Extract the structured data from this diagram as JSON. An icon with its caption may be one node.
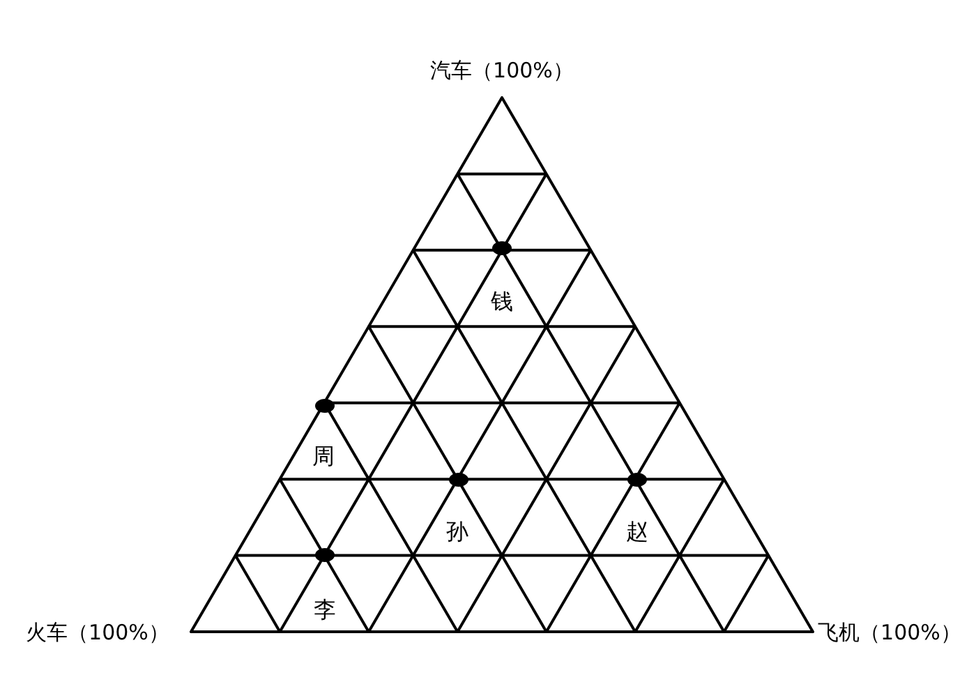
{
  "diagram": {
    "nodes": [
      {
        "text": [],
        "shape": "circle",
        "beside": [
          "钱"
        ]
      },
      {
        "text": [],
        "shape": "circle",
        "beside": [
          "周"
        ]
      },
      {
        "text": [],
        "shape": "circle",
        "beside": [
          "孙"
        ]
      },
      {
        "text": [],
        "shape": "circle",
        "beside": [
          "赵"
        ]
      },
      {
        "text": [],
        "shape": "circle",
        "beside": [
          "李"
        ]
      }
    ],
    "labels": [
      "汽车（100%）",
      "火车（100%）",
      "飞机（100%）"
    ]
  }
}
